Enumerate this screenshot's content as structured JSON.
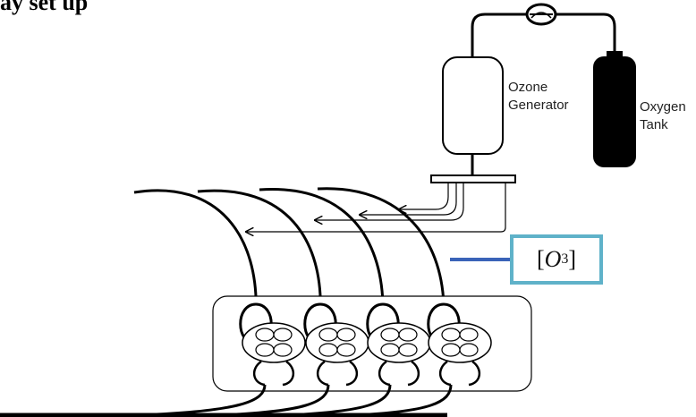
{
  "header": {
    "cut_title": "ay set up"
  },
  "labels": {
    "ozone_line1": "Ozone",
    "ozone_line2": "Generator",
    "oxygen_line1": "Oxygen",
    "oxygen_line2": "Tank"
  },
  "sensor": {
    "bracket_open": "[",
    "symbol": "O",
    "subscript": "3",
    "bracket_close": "]"
  },
  "colors": {
    "line": "#000000",
    "sensor_border": "#5fb2c9",
    "sensor_wire": "#3a63b8"
  },
  "icons": [
    "flow-meter-icon",
    "ozone-generator-icon",
    "oxygen-tank-icon",
    "manifold-icon",
    "tube-icon",
    "cell-cluster-icon",
    "arrow-icon"
  ]
}
